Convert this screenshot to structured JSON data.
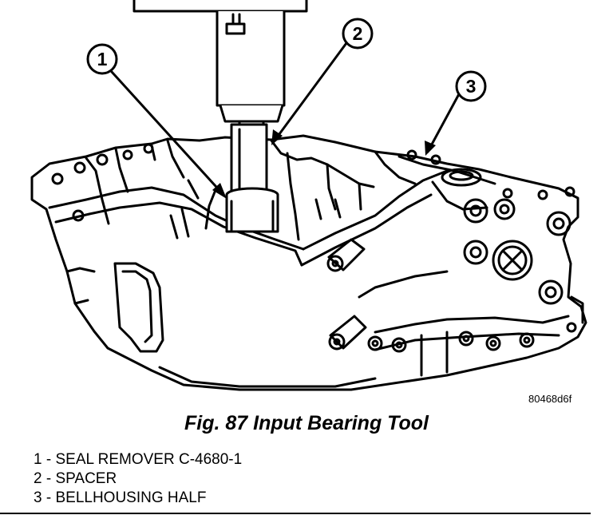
{
  "figure": {
    "reference_code": "80468d6f",
    "caption": "Fig. 87 Input Bearing Tool"
  },
  "callouts": [
    {
      "number": "1",
      "target": "seal-remover"
    },
    {
      "number": "2",
      "target": "spacer"
    },
    {
      "number": "3",
      "target": "bellhousing-half"
    }
  ],
  "legend": [
    {
      "number": "1",
      "separator": " - ",
      "label": "SEAL REMOVER C-4680-1"
    },
    {
      "number": "2",
      "separator": " - ",
      "label": "SPACER"
    },
    {
      "number": "3",
      "separator": " - ",
      "label": "BELLHOUSING HALF"
    }
  ],
  "colors": {
    "ink": "#000000",
    "paper": "#ffffff"
  }
}
